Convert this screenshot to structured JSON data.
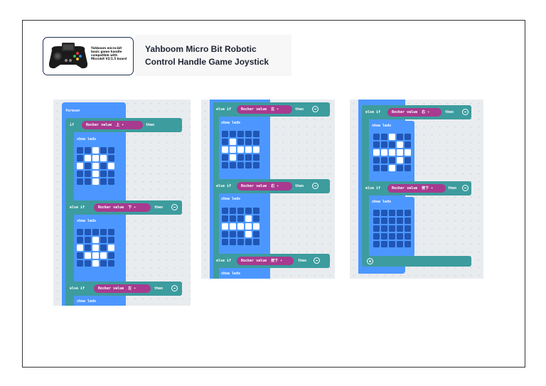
{
  "product": {
    "description_lines": [
      "Yahboom micro:bit",
      "basic game handle",
      "compatible with",
      "Microbit V2/1.5 board"
    ],
    "title_line1": "Yahboom Micro Bit Robotic",
    "title_line2": "Control Handle Game Joystick"
  },
  "labels": {
    "forever": "forever",
    "if": "if",
    "else_if": "else if",
    "then": "then",
    "show_leds": "show leds",
    "rocker_value": "Rocker value"
  },
  "panel1": {
    "branch1_direction": "上",
    "branch2_direction": "下",
    "branch3_direction": "左"
  },
  "panel2": {
    "branch1_direction": "左",
    "branch2_direction": "右",
    "branch3_direction": "按下"
  },
  "panel3": {
    "branch1_direction": "右",
    "branch2_direction": "按下"
  },
  "colors": {
    "control_block": "#4c97ff",
    "logic_block": "#3d9c9e",
    "rocker_block": "#a83a8f",
    "led_off": "#2056b5",
    "led_on": "#ffffff"
  }
}
